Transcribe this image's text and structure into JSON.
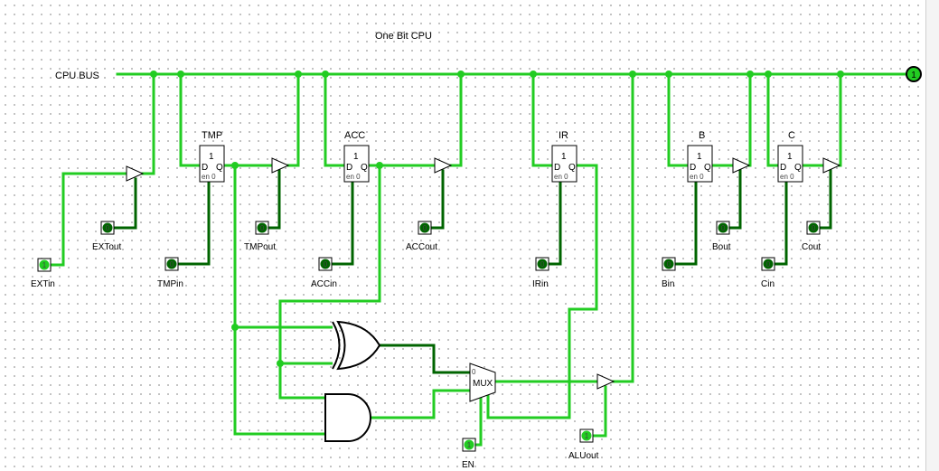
{
  "title": "One Bit CPU",
  "bus": {
    "label": "CPU BUS",
    "probe_value": "1"
  },
  "registers": [
    {
      "id": "tmp",
      "label": "TMP",
      "const": "1",
      "d": "D",
      "q": "Q",
      "en": "en 0"
    },
    {
      "id": "acc",
      "label": "ACC",
      "const": "1",
      "d": "D",
      "q": "Q",
      "en": "en 0"
    },
    {
      "id": "ir",
      "label": "IR",
      "const": "1",
      "d": "D",
      "q": "Q",
      "en": "en 0"
    },
    {
      "id": "b",
      "label": "B",
      "const": "1",
      "d": "D",
      "q": "Q",
      "en": "en 0"
    },
    {
      "id": "c",
      "label": "C",
      "const": "1",
      "d": "D",
      "q": "Q",
      "en": "en 0"
    }
  ],
  "pins": [
    {
      "id": "extin",
      "label": "EXTin",
      "value": "1"
    },
    {
      "id": "extout",
      "label": "EXTout",
      "value": "0"
    },
    {
      "id": "tmpin",
      "label": "TMPin",
      "value": "0"
    },
    {
      "id": "tmpout",
      "label": "TMPout",
      "value": "0"
    },
    {
      "id": "accin",
      "label": "ACCin",
      "value": "0"
    },
    {
      "id": "accout",
      "label": "ACCout",
      "value": "0"
    },
    {
      "id": "irin",
      "label": "IRin",
      "value": "0"
    },
    {
      "id": "bin",
      "label": "Bin",
      "value": "0"
    },
    {
      "id": "bout",
      "label": "Bout",
      "value": "0"
    },
    {
      "id": "cin",
      "label": "Cin",
      "value": "0"
    },
    {
      "id": "cout",
      "label": "Cout",
      "value": "0"
    },
    {
      "id": "en",
      "label": "EN",
      "value": "1"
    },
    {
      "id": "aluout",
      "label": "ALUout",
      "value": "1"
    }
  ],
  "mux": {
    "label": "MUX",
    "select0": "0"
  },
  "colors": {
    "wire_high": "#22cc22",
    "wire_low": "#006400",
    "pin_high": "#22cc22",
    "pin_low": "#006400"
  }
}
